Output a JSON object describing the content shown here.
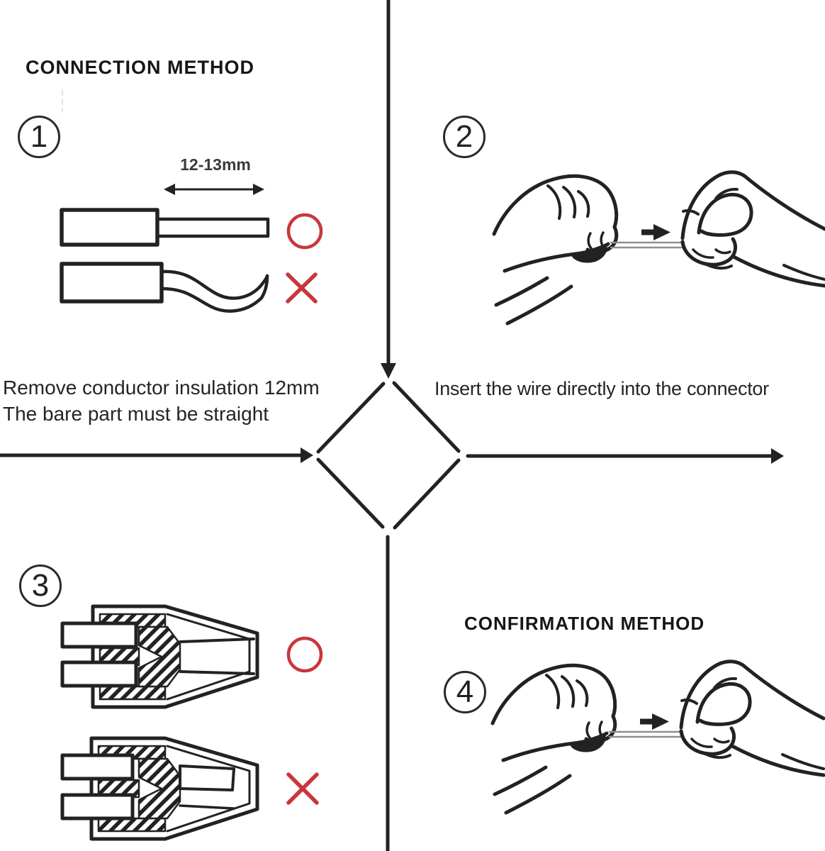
{
  "titles": {
    "connection": "CONNECTION METHOD",
    "confirmation": "CONFIRMATION METHOD"
  },
  "steps": [
    {
      "number": "1",
      "measure_label": "12-13mm",
      "caption_line1": "Remove conductor insulation 12mm",
      "caption_line2": "The bare part must be straight"
    },
    {
      "number": "2",
      "caption": "Insert the wire directly into the connector"
    },
    {
      "number": "3"
    },
    {
      "number": "4"
    }
  ],
  "icons": {
    "correct_mark": "ok-circle-icon",
    "wrong_mark": "wrong-cross-icon",
    "flow": "crossing-arrows-with-diamond"
  },
  "colors": {
    "ink": "#222222",
    "red": "#c8373c",
    "wiregray": "#8f8f8f",
    "bg": "#ffffff"
  }
}
